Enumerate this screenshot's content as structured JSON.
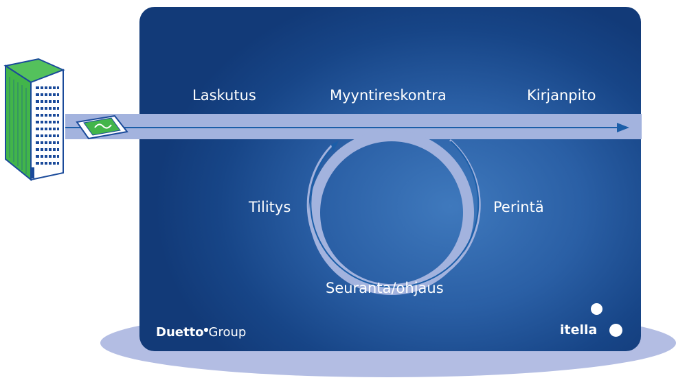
{
  "diagram": {
    "top_labels": {
      "left": "Laskutus",
      "center": "Myyntireskontra",
      "right": "Kirjanpito"
    },
    "cycle_labels": {
      "left": "Tilitys",
      "right": "Perintä",
      "bottom": "Seuranta/ohjaus"
    }
  },
  "branding": {
    "duetto_bold": "Duetto",
    "duetto_regular": "Group",
    "itella": "itella"
  },
  "colors": {
    "card_dark": "#123a78",
    "card_light": "#3f79bd",
    "flow_band": "#a3b3de",
    "arrow_line": "#1b5ea8",
    "building_green": "#42b54a",
    "building_outline": "#1a4a9a",
    "shadow": "#b3bde3",
    "text": "#ffffff"
  },
  "icons": {
    "building": "office-building-icon",
    "invoice": "invoice-card-icon",
    "arrow": "arrow-right-icon",
    "cycle": "cycle-loop-icon"
  }
}
